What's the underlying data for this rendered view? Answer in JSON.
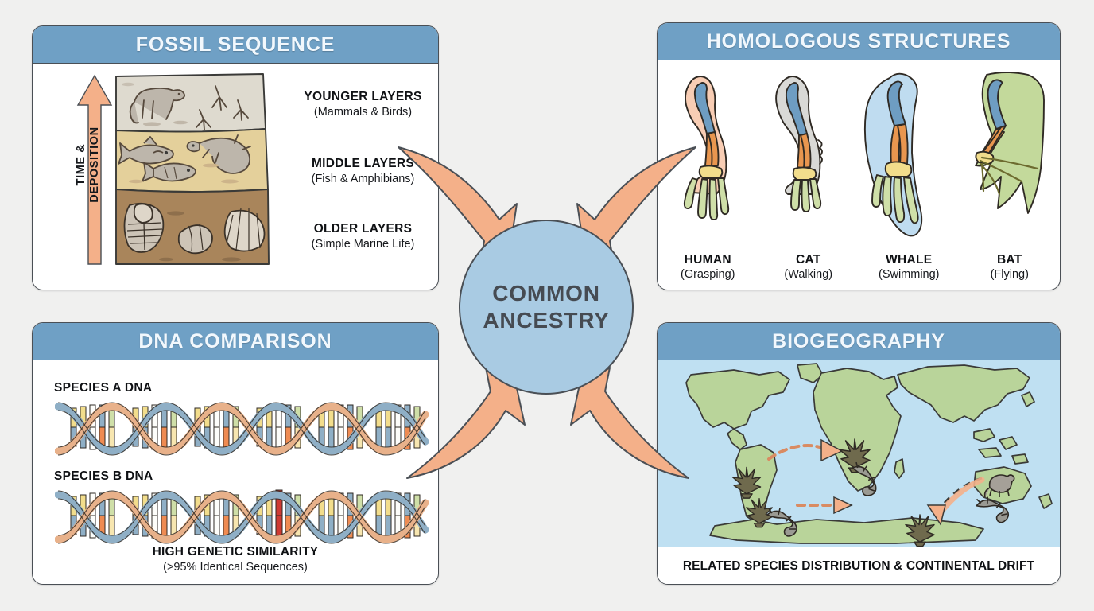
{
  "background_color": "#f0f0ef",
  "accent_colors": {
    "header_blue": "#6fa0c5",
    "hub_blue": "#a9cbe3",
    "arrow_peach": "#f4b089",
    "outline_dark": "#4a4f55",
    "land_green": "#b9d49a",
    "ocean_blue": "#bfe0f2"
  },
  "center": {
    "line1": "COMMON",
    "line2": "ANCESTRY"
  },
  "panels": {
    "fossil": {
      "title": "FOSSIL SEQUENCE",
      "axis_label_line1": "TIME &",
      "axis_label_line2": "DEPOSITION",
      "layers": [
        {
          "title": "YOUNGER LAYERS",
          "subtitle": "(Mammals & Birds)",
          "color": "#ded9d0",
          "fossils": "mammal-and-bird-tracks"
        },
        {
          "title": "MIDDLE LAYERS",
          "subtitle": "(Fish & Amphibians)",
          "color": "#e3cf9b",
          "fossils": "fish-and-amphibians"
        },
        {
          "title": "OLDER LAYERS",
          "subtitle": "(Simple Marine Life)",
          "color": "#a98259",
          "fossils": "trilobite-and-shells"
        }
      ]
    },
    "homologous": {
      "title": "HOMOLOGOUS STRUCTURES",
      "limbs": [
        {
          "name": "HUMAN",
          "function": "(Grasping)",
          "body_color": "#f7cdb4"
        },
        {
          "name": "CAT",
          "function": "(Walking)",
          "body_color": "#d9d9d6"
        },
        {
          "name": "WHALE",
          "function": "(Swimming)",
          "body_color": "#bfdcf0"
        },
        {
          "name": "BAT",
          "function": "(Flying)",
          "body_color": "#c3d99b"
        }
      ],
      "bone_colors": {
        "humerus": "#6e9dc2",
        "radius_ulna": "#e8964f",
        "carpals": "#f2dd8c",
        "phalanges": "#cfdfa8"
      }
    },
    "dna": {
      "title": "DNA COMPARISON",
      "species_a_label": "SPECIES A DNA",
      "species_b_label": "SPECIES B DNA",
      "footer_title": "HIGH GENETIC SIMILARITY",
      "footer_subtitle": "(>95% Identical Sequences)",
      "strand_colors": {
        "strand1": "#8fafc6",
        "strand2": "#e8b18a",
        "mutation": "#cf3a32"
      }
    },
    "biogeography": {
      "title": "BIOGEOGRAPHY",
      "footer": "RELATED SPECIES DISTRIBUTION & CONTINENTAL DRIFT",
      "map_markers": [
        {
          "icon": "plant-icon",
          "region": "south-america"
        },
        {
          "icon": "plant-icon",
          "region": "south-america-lower"
        },
        {
          "icon": "plant-icon",
          "region": "africa"
        },
        {
          "icon": "plant-icon",
          "region": "antarctica"
        },
        {
          "icon": "lizard-icon",
          "region": "south-america"
        },
        {
          "icon": "lizard-icon",
          "region": "africa"
        },
        {
          "icon": "lizard-icon",
          "region": "australia-east"
        },
        {
          "icon": "marsupial-icon",
          "region": "australia"
        }
      ],
      "drift_arrows": [
        {
          "from": "south-america",
          "to": "africa",
          "style": "dashed"
        },
        {
          "from": "south-america",
          "to": "madagascar",
          "style": "dashed"
        },
        {
          "from": "australia",
          "to": "antarctica",
          "style": "dashed"
        }
      ]
    }
  },
  "arrows": [
    {
      "name": "fossil-to-center",
      "from": "fossil-panel",
      "to": "common-ancestry"
    },
    {
      "name": "homologous-to-center",
      "from": "homologous-panel",
      "to": "common-ancestry"
    },
    {
      "name": "dna-to-center",
      "from": "dna-panel",
      "to": "common-ancestry"
    },
    {
      "name": "biogeography-to-center",
      "from": "biogeography-panel",
      "to": "common-ancestry"
    }
  ]
}
